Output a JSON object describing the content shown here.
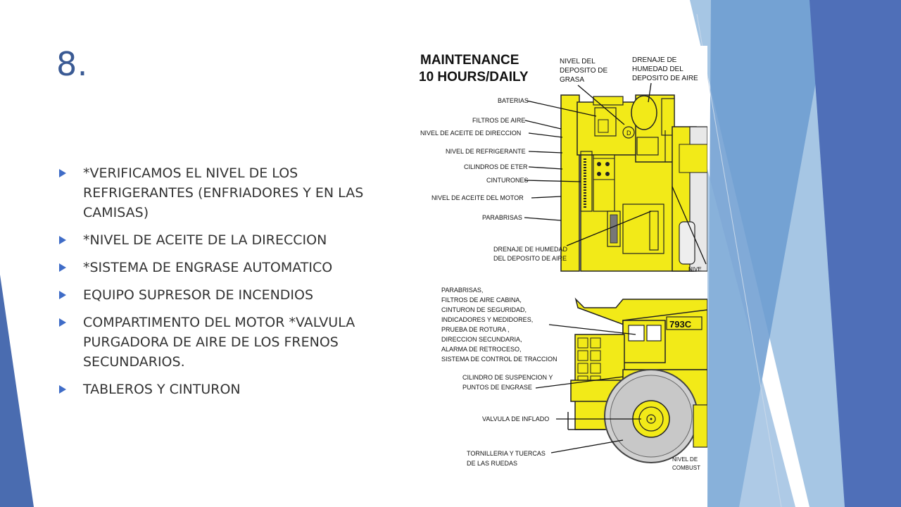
{
  "slide": {
    "title": "8.",
    "bullets": [
      {
        "text": "*VERIFICAMOS EL NIVEL DE LOS REFRIGERANTES (ENFRIADORES Y EN LAS CAMISAS)"
      },
      {
        "text": "*NIVEL DE ACEITE DE LA DIRECCION"
      },
      {
        "text": "*SISTEMA DE ENGRASE AUTOMATICO"
      },
      {
        "text": "EQUIPO SUPRESOR DE INCENDIOS"
      },
      {
        "text": "COMPARTIMENTO DEL MOTOR *VALVULA PURGADORA DE AIRE DE LOS FRENOS SECUNDARIOS."
      },
      {
        "text": "TABLEROS Y CINTURON"
      }
    ]
  },
  "diagram": {
    "header_line1": "MAINTENANCE",
    "header_line2": "10 HOURS/DAILY",
    "top_labels": {
      "nivel_deposito_grasa": [
        "NIVEL DEL",
        "DEPOSITO DE",
        "GRASA"
      ],
      "drenaje_deposito_aire": [
        "DRENAJE DE",
        "HUMEDAD DEL",
        "DEPOSITO DE AIRE"
      ],
      "baterias": "BATERIAS",
      "filtros_aire": "FILTROS DE AIRE",
      "nivel_aceite_direccion": "NIVEL DE ACEITE DE DIRECCION",
      "nivel_refrigerante": "NIVEL DE REFRIGERANTE",
      "cilindros_eter": "CILINDROS DE ETER",
      "cinturones": "CINTURONES",
      "nivel_aceite_motor": "NIVEL DE ACEITE DEL MOTOR",
      "parabrisas": "PARABRISAS",
      "drenaje_humedad_bottom": [
        "DRENAJE DE HUMEDAD",
        "DEL DEPOSITO DE AIRE"
      ],
      "cut_label": "NIVE"
    },
    "side_labels": {
      "cabin_list": [
        "PARABRISAS,",
        "FILTROS DE AIRE CABINA,",
        "CINTURON DE SEGURIDAD,",
        "INDICADORES Y MEDIDORES,",
        "PRUEBA DE ROTURA ,",
        "DIRECCION SECUNDARIA,",
        "ALARMA DE RETROCESO,",
        "SISTEMA DE CONTROL DE TRACCION"
      ],
      "cilindro_suspension": [
        "CILINDRO DE SUSPENCION Y",
        "PUNTOS DE ENGRASE"
      ],
      "valvula_inflado": "VALVULA DE INFLADO",
      "tornilleria": [
        "TORNILLERIA Y TUERCAS",
        "DE LAS RUEDAS"
      ],
      "nivel_combust": [
        "NIVEL DE",
        "COMBUST"
      ],
      "truck_model": "793C"
    }
  },
  "colors": {
    "title": "#3a5a94",
    "bullet": "#3f6cc7",
    "truck_yellow": "#f2ea18",
    "deco_dark": "#4a6cb0",
    "deco_light": "#9cc0e0"
  }
}
